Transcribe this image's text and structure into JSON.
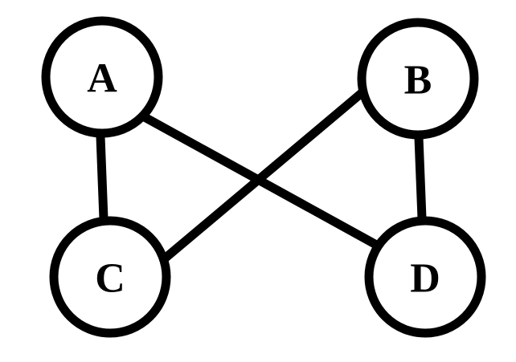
{
  "graph": {
    "nodes": [
      {
        "id": "A",
        "label": "A"
      },
      {
        "id": "B",
        "label": "B"
      },
      {
        "id": "C",
        "label": "C"
      },
      {
        "id": "D",
        "label": "D"
      }
    ],
    "edges": [
      {
        "from": "A",
        "to": "C"
      },
      {
        "from": "A",
        "to": "D"
      },
      {
        "from": "B",
        "to": "C"
      },
      {
        "from": "B",
        "to": "D"
      }
    ]
  }
}
